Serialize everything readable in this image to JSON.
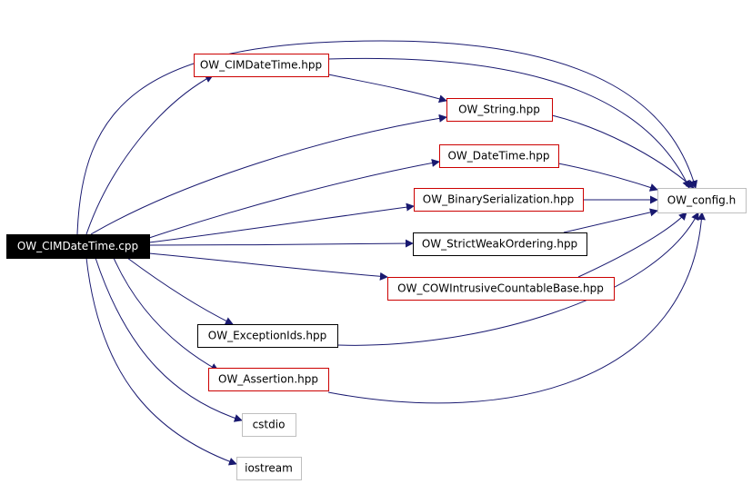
{
  "graph": {
    "nodes": [
      {
        "id": "root",
        "label": "OW_CIMDateTime.cpp",
        "style": "root"
      },
      {
        "id": "cimdatetime_hpp",
        "label": "OW_CIMDateTime.hpp",
        "style": "red"
      },
      {
        "id": "string_hpp",
        "label": "OW_String.hpp",
        "style": "red"
      },
      {
        "id": "datetime_hpp",
        "label": "OW_DateTime.hpp",
        "style": "red"
      },
      {
        "id": "binser_hpp",
        "label": "OW_BinarySerialization.hpp",
        "style": "red"
      },
      {
        "id": "config_h",
        "label": "OW_config.h",
        "style": "gray"
      },
      {
        "id": "strictweak_hpp",
        "label": "OW_StrictWeakOrdering.hpp",
        "style": "black"
      },
      {
        "id": "cow_hpp",
        "label": "OW_COWIntrusiveCountableBase.hpp",
        "style": "red"
      },
      {
        "id": "exids_hpp",
        "label": "OW_ExceptionIds.hpp",
        "style": "black"
      },
      {
        "id": "assertion_hpp",
        "label": "OW_Assertion.hpp",
        "style": "red"
      },
      {
        "id": "cstdio",
        "label": "cstdio",
        "style": "gray"
      },
      {
        "id": "iostream",
        "label": "iostream",
        "style": "gray"
      }
    ],
    "edges": [
      {
        "from": "root",
        "to": "cimdatetime_hpp"
      },
      {
        "from": "root",
        "to": "string_hpp"
      },
      {
        "from": "root",
        "to": "datetime_hpp"
      },
      {
        "from": "root",
        "to": "binser_hpp"
      },
      {
        "from": "root",
        "to": "strictweak_hpp"
      },
      {
        "from": "root",
        "to": "cow_hpp"
      },
      {
        "from": "root",
        "to": "exids_hpp"
      },
      {
        "from": "root",
        "to": "assertion_hpp"
      },
      {
        "from": "root",
        "to": "cstdio"
      },
      {
        "from": "root",
        "to": "iostream"
      },
      {
        "from": "root",
        "to": "config_h"
      },
      {
        "from": "cimdatetime_hpp",
        "to": "string_hpp"
      },
      {
        "from": "cimdatetime_hpp",
        "to": "config_h"
      },
      {
        "from": "string_hpp",
        "to": "config_h"
      },
      {
        "from": "datetime_hpp",
        "to": "config_h"
      },
      {
        "from": "binser_hpp",
        "to": "config_h"
      },
      {
        "from": "strictweak_hpp",
        "to": "config_h"
      },
      {
        "from": "cow_hpp",
        "to": "config_h"
      },
      {
        "from": "exids_hpp",
        "to": "config_h"
      },
      {
        "from": "assertion_hpp",
        "to": "config_h"
      }
    ]
  },
  "colors": {
    "edge": "#191970",
    "red_border": "#cc0000",
    "black_border": "#000000",
    "gray_border": "#bfbfbf",
    "root_fill": "#000000",
    "root_text": "#ffffff",
    "text": "#000000"
  }
}
